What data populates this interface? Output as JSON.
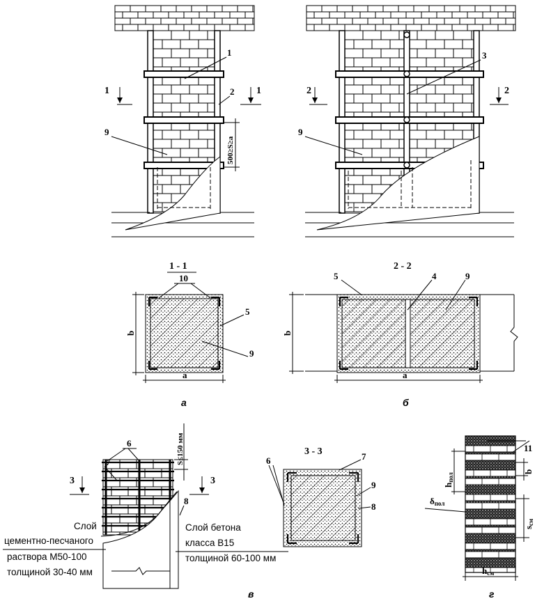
{
  "views": {
    "a": {
      "caption": "а",
      "section_label": "1 - 1",
      "cut_marks": [
        "1",
        "1"
      ],
      "dimension_label": "500≥S≥a",
      "callouts": [
        "1",
        "2",
        "9"
      ],
      "section_callouts": [
        "10",
        "5",
        "9"
      ],
      "dim_a": "a",
      "dim_b": "b"
    },
    "b": {
      "caption": "б",
      "section_label": "2 - 2",
      "cut_marks": [
        "2",
        "2"
      ],
      "callouts": [
        "3",
        "9"
      ],
      "section_callouts": [
        "5",
        "4",
        "9"
      ],
      "dim_a": "a",
      "dim_b": "b"
    },
    "v": {
      "caption": "в",
      "section_label": "3 - 3",
      "cut_marks": [
        "3",
        "3"
      ],
      "dimension_label": "S≤150 мм",
      "callouts": [
        "6",
        "7",
        "8"
      ],
      "section_callouts": [
        "6",
        "7",
        "9",
        "8"
      ],
      "note_left": [
        "Слой",
        "цементно-песчаного",
        "раствора М50-100",
        "толщиной 30-40 мм"
      ],
      "note_right": [
        "Слой бетона",
        "класса В15",
        "толщиной 60-100 мм"
      ]
    },
    "g": {
      "caption": "г",
      "callouts": [
        "11"
      ],
      "dim_h_pol": "h",
      "dim_h_pol_sub": "пол",
      "dim_b": "b",
      "dim_delta": "δ",
      "dim_delta_sub": "пол",
      "dim_s": "s",
      "dim_s_sub": "см",
      "dim_h_sm": "h",
      "dim_h_sm_sub": "см"
    }
  }
}
